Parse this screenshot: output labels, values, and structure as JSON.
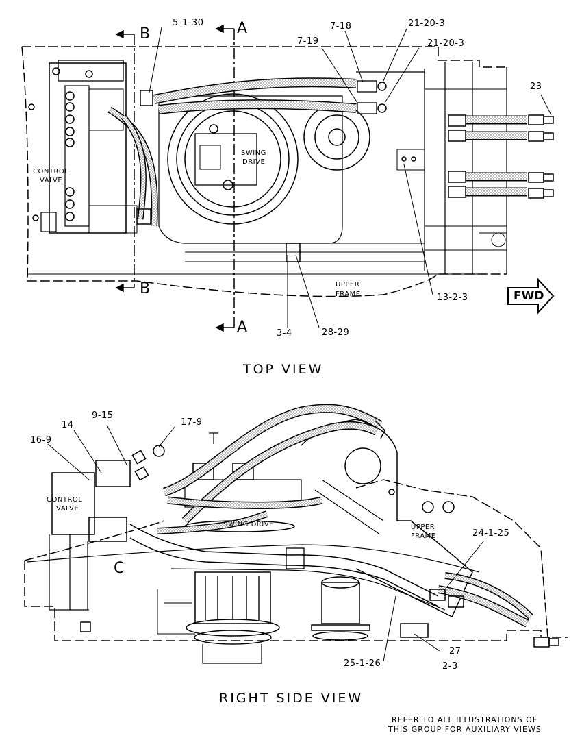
{
  "top_view": {
    "title": "TOP VIEW",
    "section_marks": {
      "b": "B",
      "a": "A"
    },
    "text": {
      "control_valve_line1": "CONTROL",
      "control_valve_line2": "VALVE",
      "swing_drive_line1": "SWING",
      "swing_drive_line2": "DRIVE",
      "upper_frame_line1": "UPPER",
      "upper_frame_line2": "FRAME",
      "fwd": "FWD"
    },
    "callouts": {
      "c_5_1_30": "5-1-30",
      "c_7_18": "7-18",
      "c_7_19": "7-19",
      "c_21_20_3_a": "21-20-3",
      "c_21_20_3_b": "21-20-3",
      "c_23": "23",
      "c_13_2_3": "13-2-3",
      "c_3_4": "3-4",
      "c_28_29": "28-29"
    }
  },
  "side_view": {
    "title": "RIGHT SIDE VIEW",
    "text": {
      "control_valve_line1": "CONTROL",
      "control_valve_line2": "VALVE",
      "swing_drive": "SWING DRIVE",
      "upper_frame_line1": "UPPER",
      "upper_frame_line2": "FRAME",
      "c_mark": "C"
    },
    "callouts": {
      "c_14": "14",
      "c_9_15": "9-15",
      "c_16_9": "16-9",
      "c_17_9": "17-9",
      "c_24_1_25": "24-1-25",
      "c_27": "27",
      "c_2_3": "2-3",
      "c_25_1_26": "25-1-26"
    }
  },
  "note": {
    "line1": "REFER TO ALL ILLUSTRATIONS OF",
    "line2": "THIS GROUP FOR AUXILIARY VIEWS"
  }
}
